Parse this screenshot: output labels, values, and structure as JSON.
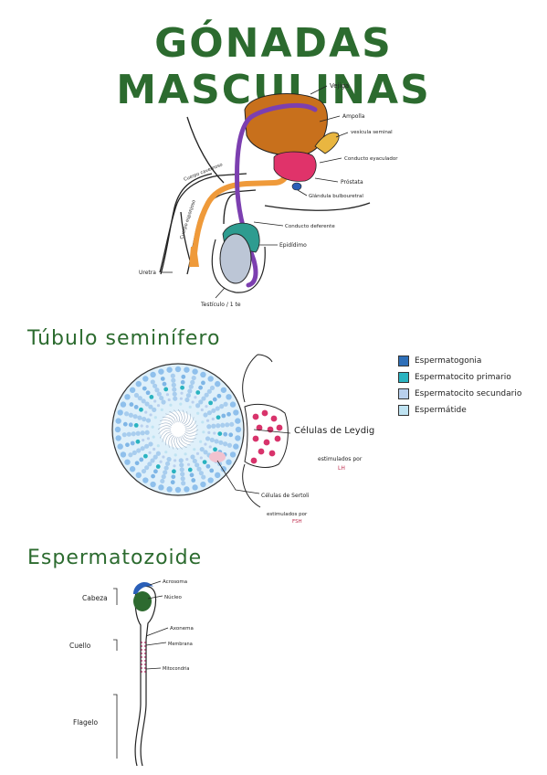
{
  "title": "GÓNADAS MASCULINAS",
  "anatomy": {
    "labels": {
      "vejiga": "Vejiga",
      "ampolla": "Ampolla",
      "vesicula": "vesícula seminal",
      "conducto_eyac": "Conducto eyaculador",
      "prostata": "Próstata",
      "glandula": "Glándula bulbouretral",
      "deferente": "Conducto deferente",
      "epididimo": "Epidídimo",
      "uretra": "Uretra",
      "testiculo": "Testículo / 1 te",
      "cuerpo_esponjoso": "Cuerpo esponjoso",
      "cuerpo_cavernoso": "Cuerpo cavernoso"
    },
    "colors": {
      "bladder": "#c8701c",
      "vesicle": "#e9b640",
      "prostate": "#e0336a",
      "bulbourethral": "#2a5fb8",
      "deferens": "#7c3fb0",
      "urethra": "#ef9a3a",
      "epididymis": "#2e9c90",
      "testis": "#bcc6d6"
    }
  },
  "tubule": {
    "title": "Túbulo seminífero",
    "leydig": "Células de Leydig",
    "leydig_sub": "estimulados por",
    "leydig_hormone": "LH",
    "sertoli": "Células de Sertoli",
    "sertoli_sub": "estimulados por",
    "sertoli_hormone": "FSH",
    "legend": [
      {
        "label": "Espermatogonia",
        "color": "#2e6fb8"
      },
      {
        "label": "Espermatocito primario",
        "color": "#2ab3c0"
      },
      {
        "label": "Espermatocito secundario",
        "color": "#b9d0ee"
      },
      {
        "label": "Espermátide",
        "color": "#bfe3f2"
      }
    ]
  },
  "sperm": {
    "title": "Espermatozoide",
    "cabeza": "Cabeza",
    "cuello": "Cuello",
    "flagelo": "Flagelo",
    "acrosoma": "Acrosoma",
    "nucleo": "Núcleo",
    "axonema": "Axonema",
    "membrana": "Membrana",
    "mitocondria": "Mitocondria"
  }
}
